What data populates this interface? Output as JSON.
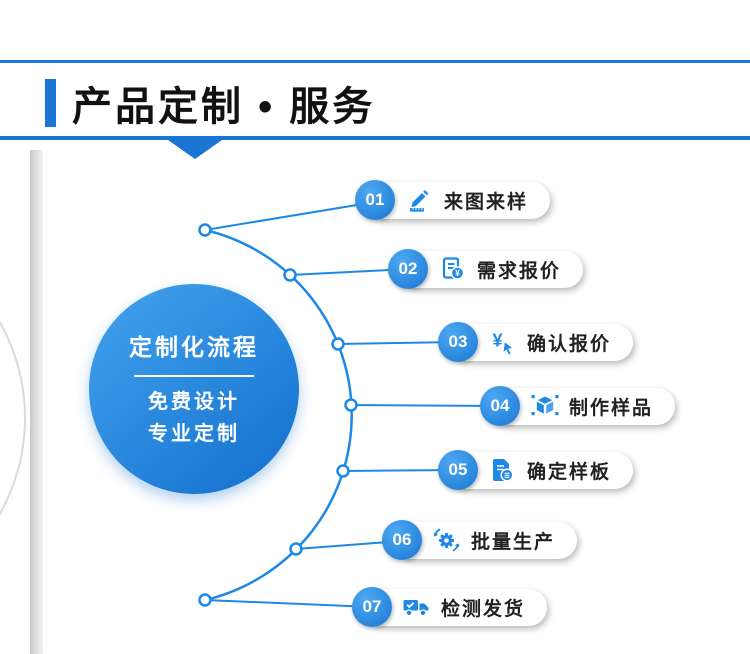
{
  "header": {
    "title": "产品定制 • 服务"
  },
  "circle": {
    "title": "定制化流程",
    "line1": "免费设计",
    "line2": "专业定制"
  },
  "steps": [
    {
      "num": "01",
      "label": "来图来样",
      "icon": "pencil-ruler-icon"
    },
    {
      "num": "02",
      "label": "需求报价",
      "icon": "document-yen-icon"
    },
    {
      "num": "03",
      "label": "确认报价",
      "icon": "yen-cursor-icon"
    },
    {
      "num": "04",
      "label": "制作样品",
      "icon": "cube-icon"
    },
    {
      "num": "05",
      "label": "确定样板",
      "icon": "document-list-icon"
    },
    {
      "num": "06",
      "label": "批量生产",
      "icon": "gear-sync-icon"
    },
    {
      "num": "07",
      "label": "检测发货",
      "icon": "truck-icon"
    }
  ],
  "colors": {
    "primary": "#1e88e5",
    "line": "#1976d2",
    "dark": "#111111"
  }
}
